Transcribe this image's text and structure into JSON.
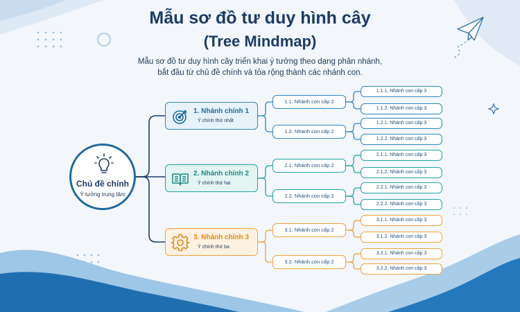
{
  "title_line1": "Mẫu sơ đồ tư duy hình cây",
  "title_line2": "(Tree Mindmap)",
  "subtitle_line1": "Mẫu sơ đồ tư duy hình cây triển khai ý tưởng theo dạng phân nhánh,",
  "subtitle_line2": "bắt đầu từ chủ đề chính và tỏa  rộng thành các nhánh con.",
  "root": {
    "title": "Chủ đề chính",
    "subtitle": "Ý tưởng trung tâm",
    "icon": "lightbulb-icon"
  },
  "colors": {
    "blue": "#2e86c1",
    "teal": "#20a39e",
    "orange": "#f0a23a",
    "dark_blue": "#1b3c66"
  },
  "branches": [
    {
      "title": "1. Nhánh chính 1",
      "subtitle": "Ý chính thứ nhất",
      "icon": "target-icon",
      "children": [
        {
          "label": "1.1. Nhánh con cấp 2",
          "children": [
            "1.1.1. Nhánh con cấp 3",
            "1.1.2. Nhánh con cấp 3"
          ]
        },
        {
          "label": "1.2. Nhánh con cấp 2",
          "children": [
            "1.2.1. Nhánh con cấp 3",
            "1.2.2. Nhánh con cấp 3"
          ]
        }
      ]
    },
    {
      "title": "2. Nhánh chính 2",
      "subtitle": "Ý chính thứ hai",
      "icon": "book-icon",
      "children": [
        {
          "label": "2.1. Nhánh con cấp 2",
          "children": [
            "2.1.1. Nhánh con cấp 3",
            "2.1.2. Nhánh con cấp 3"
          ]
        },
        {
          "label": "2.2. Nhánh con cấp 2",
          "children": [
            "2.2.1. Nhánh con cấp 3",
            "2.2.2. Nhánh con cấp 3"
          ]
        }
      ]
    },
    {
      "title": "3. Nhánh chính 3",
      "subtitle": "Ý chính thứ ba",
      "icon": "gear-icon",
      "children": [
        {
          "label": "3.1. Nhánh con cấp 2",
          "children": [
            "3.1.1. Nhánh con cấp 3",
            "3.1.2. Nhánh con cấp 3"
          ]
        },
        {
          "label": "3.2. Nhánh con cấp 2",
          "children": [
            "3.2.1. Nhánh con cấp 3",
            "3.2.2. Nhánh con cấp 3"
          ]
        }
      ]
    }
  ]
}
